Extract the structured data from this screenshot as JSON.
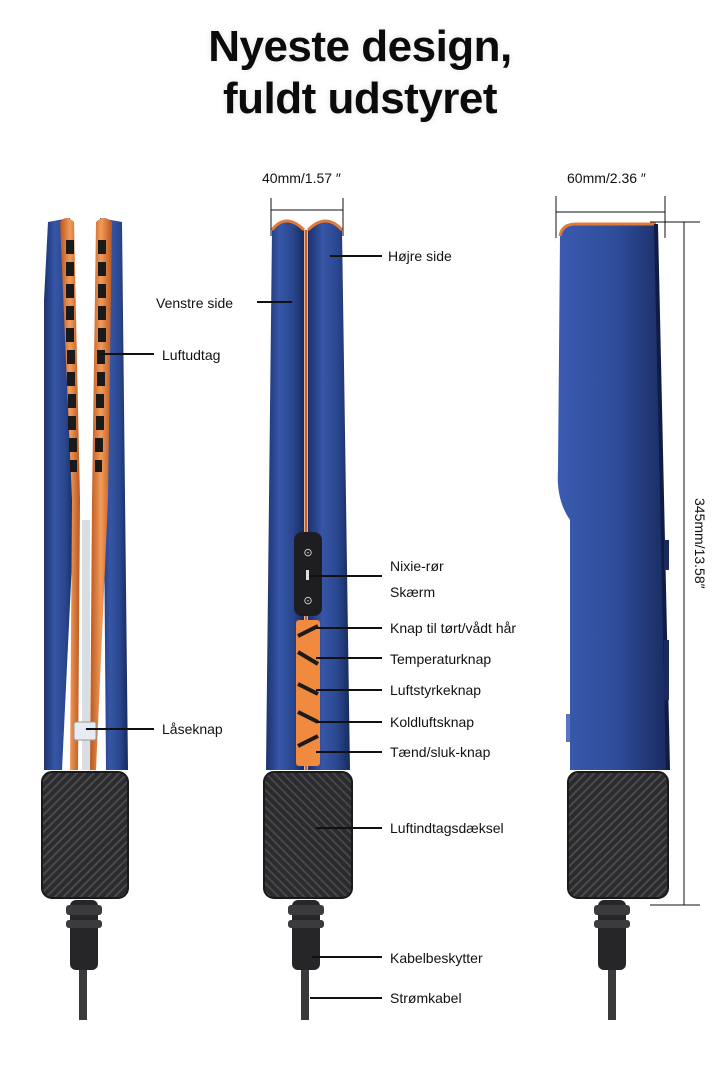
{
  "title": {
    "line1": "Nyeste design,",
    "line2": "fuldt udstyret"
  },
  "dimensions": {
    "width_front": "40mm/1.57 ″",
    "width_side": "60mm/2.36 ″",
    "height": "345mm/13.58″"
  },
  "labels": {
    "left_side": "Venstre side",
    "right_side": "Højre side",
    "air_outlet": "Luftudtag",
    "lock_button": "Låseknap",
    "nixie_tube": "Nixie-rør",
    "screen": "Skærm",
    "dry_wet_button": "Knap til tørt/vådt hår",
    "temperature_button": "Temperaturknap",
    "airflow_button": "Luftstyrkeknap",
    "cold_air_button": "Koldluftsknap",
    "power_button": "Tænd/sluk-knap",
    "air_intake_cover": "Luftindtagsdæksel",
    "cable_protector": "Kabelbeskytter",
    "power_cable": "Strømkabel"
  },
  "colors": {
    "body_blue": "#2c4a93",
    "body_blue_dark": "#1a2d63",
    "copper": "#e07a38",
    "intake_black": "#2a2a2c",
    "cable": "#3a3a3c"
  }
}
